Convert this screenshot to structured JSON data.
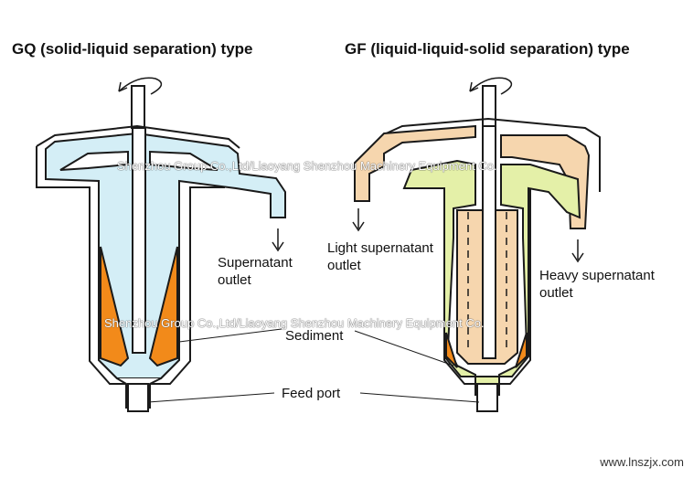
{
  "titles": {
    "left": "GQ (solid-liquid separation) type",
    "right": "GF (liquid-liquid-solid separation) type"
  },
  "labels": {
    "supernatant_outlet": "Supernatant\noutlet",
    "light_supernatant_outlet": "Light supernatant\noutlet",
    "heavy_supernatant_outlet": "Heavy supernatant\noutlet",
    "sediment": "Sediment",
    "feed_port": "Feed port"
  },
  "watermarks": {
    "top": "Shenzhou Group Co.,Ltd/Liaoyang Shenzhou Machinery Equipment Co.",
    "middle": "Shenzhou Group Co.,Ltd/Liaoyang Shenzhou Machinery Equipment Co."
  },
  "site": "www.lnszjx.com",
  "colors": {
    "light_blue": "#d4eef6",
    "orange": "#f28a1a",
    "peach": "#f6d6ae",
    "light_green": "#e4f0a8",
    "outline": "#1a1a1a"
  }
}
